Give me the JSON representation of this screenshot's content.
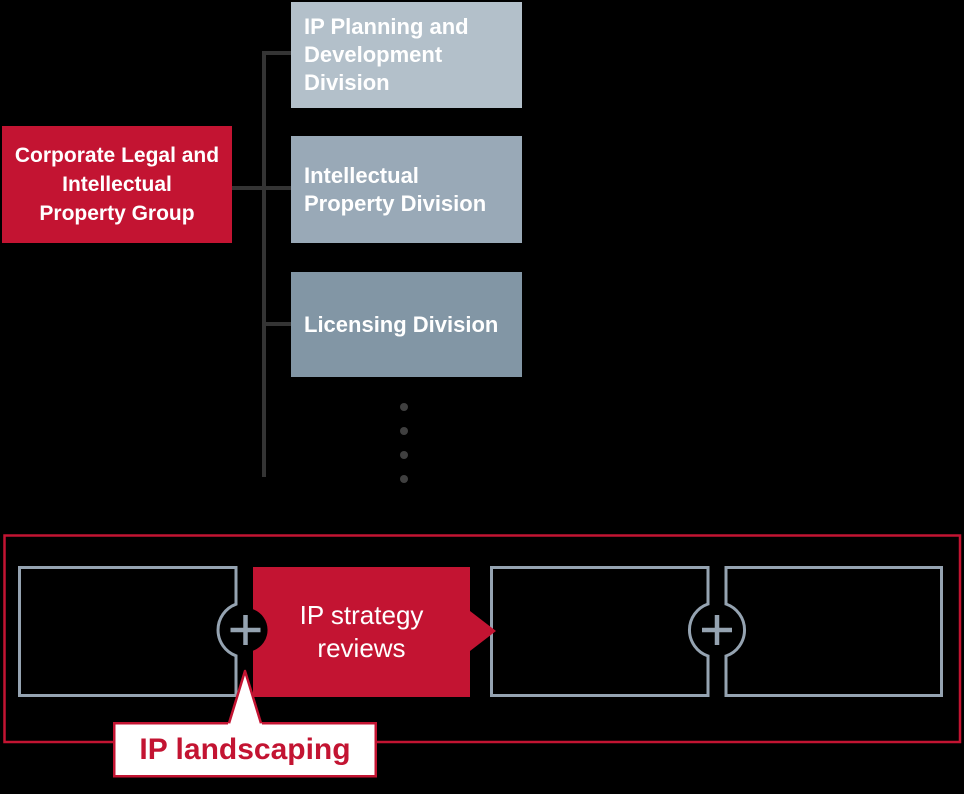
{
  "colors": {
    "background": "#000000",
    "accent_red": "#c31432",
    "division_fill_light": "#b3c0ca",
    "division_fill_medium": "#99a9b7",
    "division_fill_dark": "#8296a5",
    "outline_gray": "#95a3b1",
    "connector_gray": "#343434",
    "callout_bg": "#ffffff",
    "text_white": "#ffffff"
  },
  "org_chart": {
    "root_label": "Corporate Legal and\nIntellectual\nProperty Group",
    "divisions": [
      {
        "label": "IP Planning and\nDevelopment\nDivision"
      },
      {
        "label": "Intellectual\nProperty Division"
      },
      {
        "label": "Licensing Division"
      }
    ],
    "ellipsis_dot_count": 4
  },
  "process_flow": {
    "strategy_label": "IP strategy\nreviews",
    "callout_label": "IP landscaping",
    "icons": {
      "plus": "+"
    }
  }
}
